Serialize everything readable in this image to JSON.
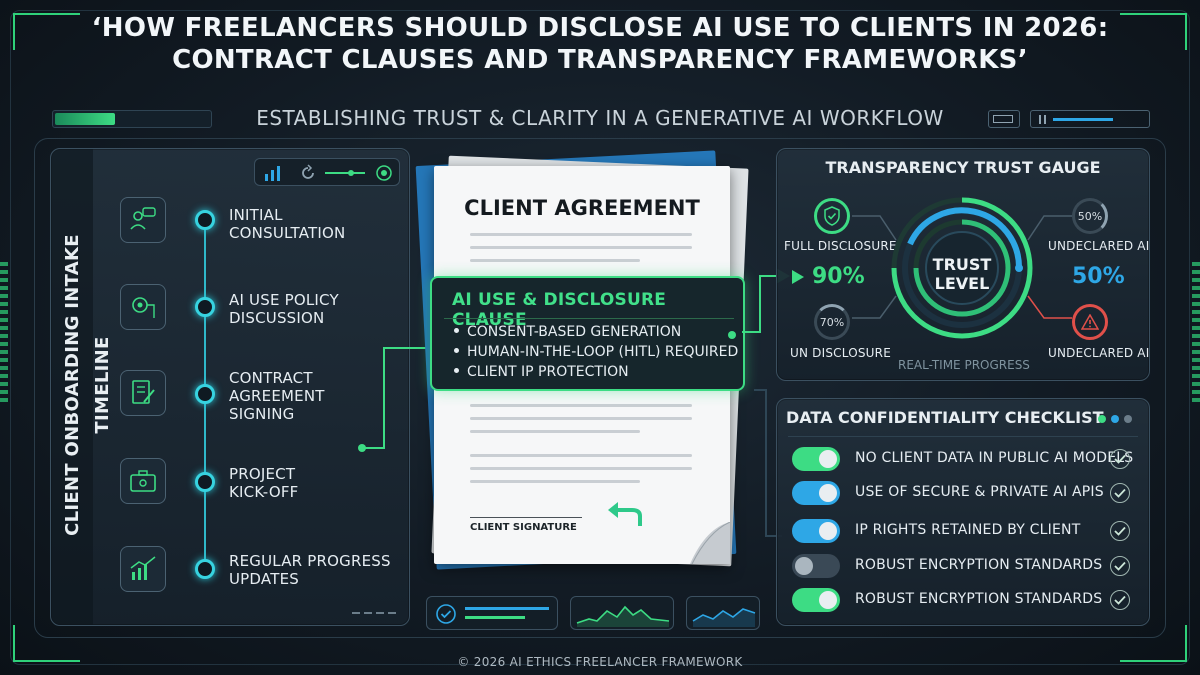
{
  "title": {
    "line1": "‘HOW FREELANCERS SHOULD DISCLOSE AI USE TO CLIENTS IN 2026:",
    "line2": "CONTRACT CLAUSES AND TRANSPARENCY FRAMEWORKS’"
  },
  "subtitle": "ESTABLISHING TRUST & CLARITY IN A GENERATIVE AI WORKFLOW",
  "timeline": {
    "vertical_label": "CLIENT ONBOARDING INTAKE TIMELINE",
    "steps": [
      {
        "line1": "INITIAL",
        "line2": "CONSULTATION",
        "line3": ""
      },
      {
        "line1": "AI USE POLICY",
        "line2": "DISCUSSION",
        "line3": ""
      },
      {
        "line1": "CONTRACT",
        "line2": "AGREEMENT",
        "line3": "SIGNING"
      },
      {
        "line1": "PROJECT",
        "line2": "KICK-OFF",
        "line3": ""
      },
      {
        "line1": "REGULAR PROGRESS",
        "line2": "UPDATES",
        "line3": ""
      }
    ]
  },
  "document": {
    "title": "CLIENT AGREEMENT",
    "signature_label": "CLIENT SIGNATURE"
  },
  "clause": {
    "title": "AI USE & DISCLOSURE CLAUSE",
    "items": [
      "CONSENT-BASED GENERATION",
      "HUMAN-IN-THE-LOOP (HITL) REQUIRED",
      "CLIENT IP PROTECTION"
    ]
  },
  "gauge": {
    "title": "TRANSPARENCY TRUST GAUGE",
    "center_line1": "TRUST",
    "center_line2": "LEVEL",
    "full_disclosure_label": "FULL DISCLOSURE",
    "full_disclosure_value": "90%",
    "undeclared_top_label": "UNDECLARED AI",
    "undeclared_top_small": "50%",
    "undeclared_value": "50%",
    "un_disclosure_small": "70%",
    "un_disclosure_label": "UN DISCLOSURE",
    "undeclared_bottom_label": "UNDECLARED AI",
    "progress_label": "REAL-TIME PROGRESS",
    "colors": {
      "green": "#3ddc84",
      "blue": "#2ea7e6",
      "red": "#e0504a"
    }
  },
  "checklist": {
    "title": "DATA CONFIDENTIALITY CHECKLIST",
    "items": [
      {
        "label": "NO CLIENT DATA IN PUBLIC AI MODELS",
        "toggle_color": "#3ddc84",
        "on": true
      },
      {
        "label": "USE OF SECURE & PRIVATE AI APIS",
        "toggle_color": "#2ea7e6",
        "on": true
      },
      {
        "label": "IP RIGHTS RETAINED BY CLIENT",
        "toggle_color": "#2ea7e6",
        "on": true
      },
      {
        "label": "ROBUST ENCRYPTION STANDARDS",
        "toggle_color": "#3a4956",
        "on": false
      },
      {
        "label": "ROBUST ENCRYPTION STANDARDS",
        "toggle_color": "#3ddc84",
        "on": true
      }
    ]
  },
  "footer": "© 2026 AI ETHICS FREELANCER FRAMEWORK"
}
